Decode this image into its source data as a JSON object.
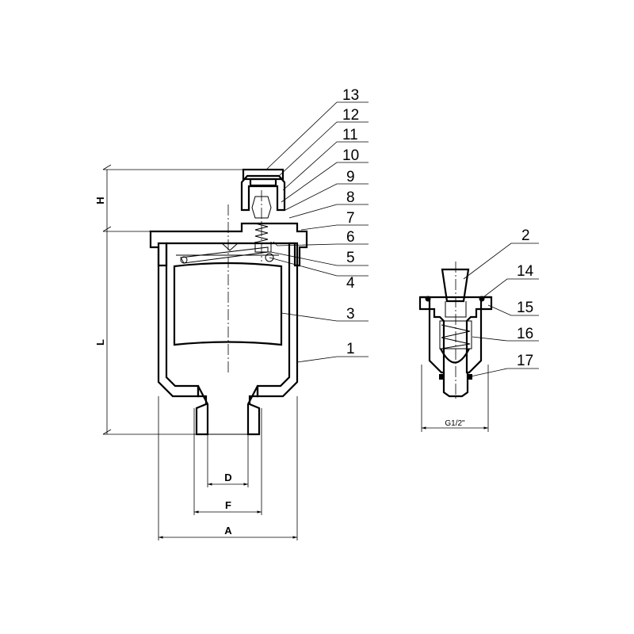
{
  "part_labels": [
    "13",
    "12",
    "11",
    "10",
    "9",
    "8",
    "7",
    "6",
    "5",
    "4",
    "3",
    "1",
    "2",
    "14",
    "15",
    "16",
    "17"
  ],
  "dimensions": {
    "h": "H",
    "l": "L",
    "d": "D",
    "f": "F",
    "a": "A",
    "thread": "G1/2\""
  }
}
